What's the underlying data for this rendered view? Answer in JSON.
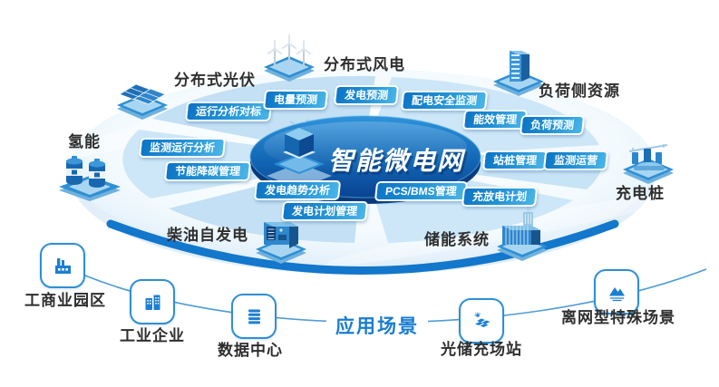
{
  "diagram": {
    "center_title": "智能微电网",
    "scenario_heading": "应用场景"
  },
  "resources": [
    {
      "id": "distributed-pv",
      "label": "分布式光伏"
    },
    {
      "id": "distributed-wind",
      "label": "分布式风电"
    },
    {
      "id": "load-side",
      "label": "负荷侧资源"
    },
    {
      "id": "hydrogen",
      "label": "氢能"
    },
    {
      "id": "ev-charger",
      "label": "充电桩"
    },
    {
      "id": "diesel-gen",
      "label": "柴油自发电"
    },
    {
      "id": "energy-storage",
      "label": "储能系统"
    }
  ],
  "functions": [
    {
      "id": "op-analysis-benchmark",
      "label": "运行分析对标"
    },
    {
      "id": "power-forecast",
      "label": "电量预测"
    },
    {
      "id": "generation-forecast",
      "label": "发电预测"
    },
    {
      "id": "dist-safety-monitor",
      "label": "配电安全监测"
    },
    {
      "id": "energy-efficiency",
      "label": "能效管理"
    },
    {
      "id": "load-forecast",
      "label": "负荷预测"
    },
    {
      "id": "monitor-op-analysis",
      "label": "监测运行分析"
    },
    {
      "id": "carbon-reduction",
      "label": "节能降碳管理"
    },
    {
      "id": "station-pile-mgmt",
      "label": "站桩管理"
    },
    {
      "id": "monitor-operation",
      "label": "监测运营"
    },
    {
      "id": "gen-trend-analysis",
      "label": "发电趋势分析"
    },
    {
      "id": "gen-plan-mgmt",
      "label": "发电计划管理"
    },
    {
      "id": "pcs-bms-mgmt",
      "label": "PCS/BMS管理"
    },
    {
      "id": "charge-discharge-plan",
      "label": "充放电计划"
    }
  ],
  "scenarios": [
    {
      "id": "industrial-park",
      "label": "工商业园区"
    },
    {
      "id": "industrial-enterprise",
      "label": "工业企业"
    },
    {
      "id": "data-center",
      "label": "数据中心"
    },
    {
      "id": "pv-storage-charging",
      "label": "光储充场站"
    },
    {
      "id": "off-grid-special",
      "label": "离网型特殊场景"
    }
  ],
  "colors": {
    "accent": "#1b7fd4",
    "pill_dark": "#0d74c5",
    "pill_light": "#4ab6e8",
    "wedge": "#c7e3f6",
    "center_ellipse": "#0a4392",
    "bottom_arc": "#1377cb"
  }
}
